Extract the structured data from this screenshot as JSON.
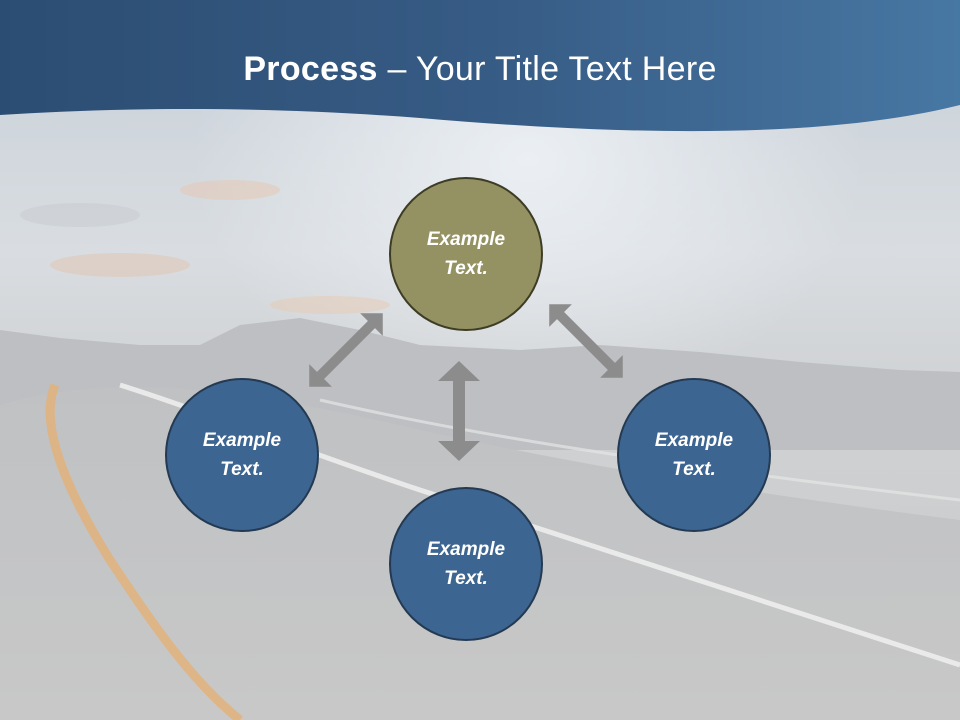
{
  "slide": {
    "title_bold": "Process",
    "title_rest": " – Your Title Text Here"
  },
  "nodes": {
    "top": {
      "label": "Example Text.",
      "color": "#949263"
    },
    "left": {
      "label": "Example Text.",
      "color": "#3d6591"
    },
    "right": {
      "label": "Example Text.",
      "color": "#3d6591"
    },
    "bottom": {
      "label": "Example Text.",
      "color": "#3d6591"
    }
  },
  "colors": {
    "header_band": "#3b628e",
    "arrow": "#8c8c8c"
  }
}
